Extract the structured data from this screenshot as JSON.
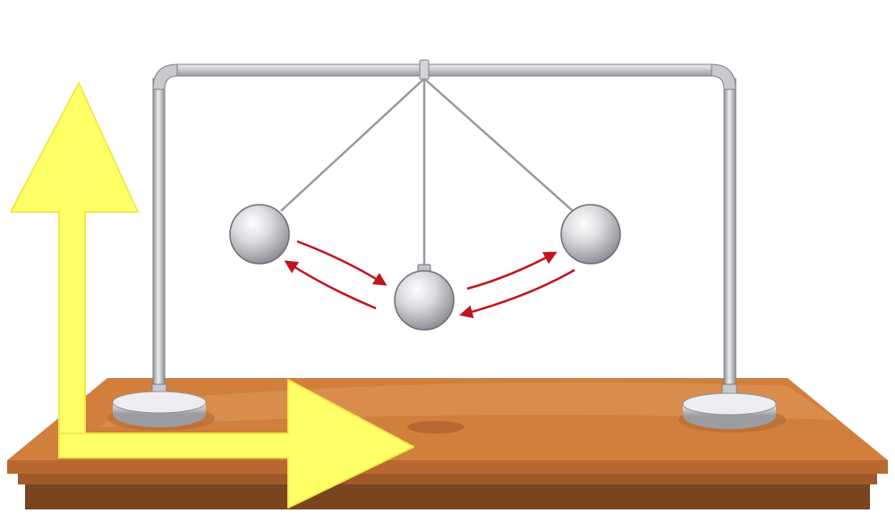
{
  "scene": {
    "colors": {
      "background": "#ffffff",
      "table_top": "#d07f3c",
      "table_top_light": "#dd9354",
      "table_edge": "#a0592a",
      "table_leg": "#7a4420",
      "frame_metal": "#b8b8bc",
      "frame_highlight": "#e6e6ea",
      "ball": "#cfd0d4",
      "string": "#9a9a9e",
      "motion_arrow": "#c0141c",
      "axis_arrow": "#ffff66",
      "axis_arrow_edge": "#f2e94a"
    },
    "elements": {
      "table": "wooden-table",
      "frame": "pendulum-frame",
      "balls": [
        "left-ball",
        "center-ball",
        "right-ball"
      ],
      "motion_arrows": [
        "arrow-left-down",
        "arrow-left-up",
        "arrow-right-up",
        "arrow-right-down"
      ],
      "axis_arrows": [
        "vertical-arrow",
        "horizontal-arrow"
      ]
    }
  }
}
